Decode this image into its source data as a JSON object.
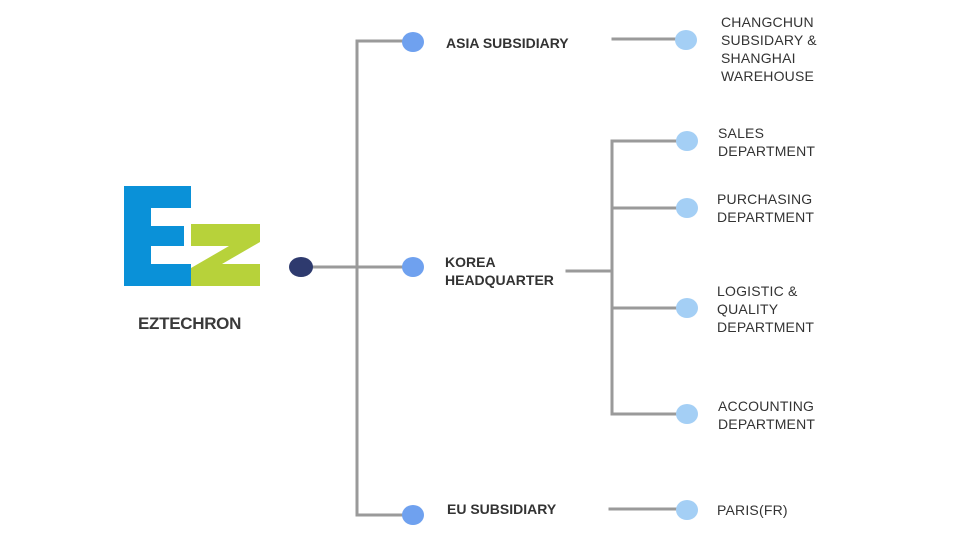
{
  "company": {
    "name": "EZTECHRON",
    "logo_colors": {
      "blue": "#0a91d8",
      "green": "#b7d23a"
    }
  },
  "branches": [
    {
      "label": "ASIA SUBSIDIARY",
      "children": [
        "CHANGCHUN\nSUBSIDARY &\nSHANGHAI\nWAREHOUSE"
      ]
    },
    {
      "label": "KOREA\nHEADQUARTER",
      "children": [
        "SALES\nDEPARTMENT",
        "PURCHASING\nDEPARTMENT",
        "LOGISTIC &\nQUALITY\nDEPARTMENT",
        "ACCOUNTING\nDEPARTMENT"
      ]
    },
    {
      "label": "EU SUBSIDIARY",
      "children": [
        "PARIS(FR)"
      ]
    }
  ],
  "colors": {
    "line": "#9a9a9a",
    "root_node": "#2e3a6e",
    "branch_node": "#6fa1ef",
    "leaf_node": "#a4cff5",
    "text": "#333333"
  }
}
